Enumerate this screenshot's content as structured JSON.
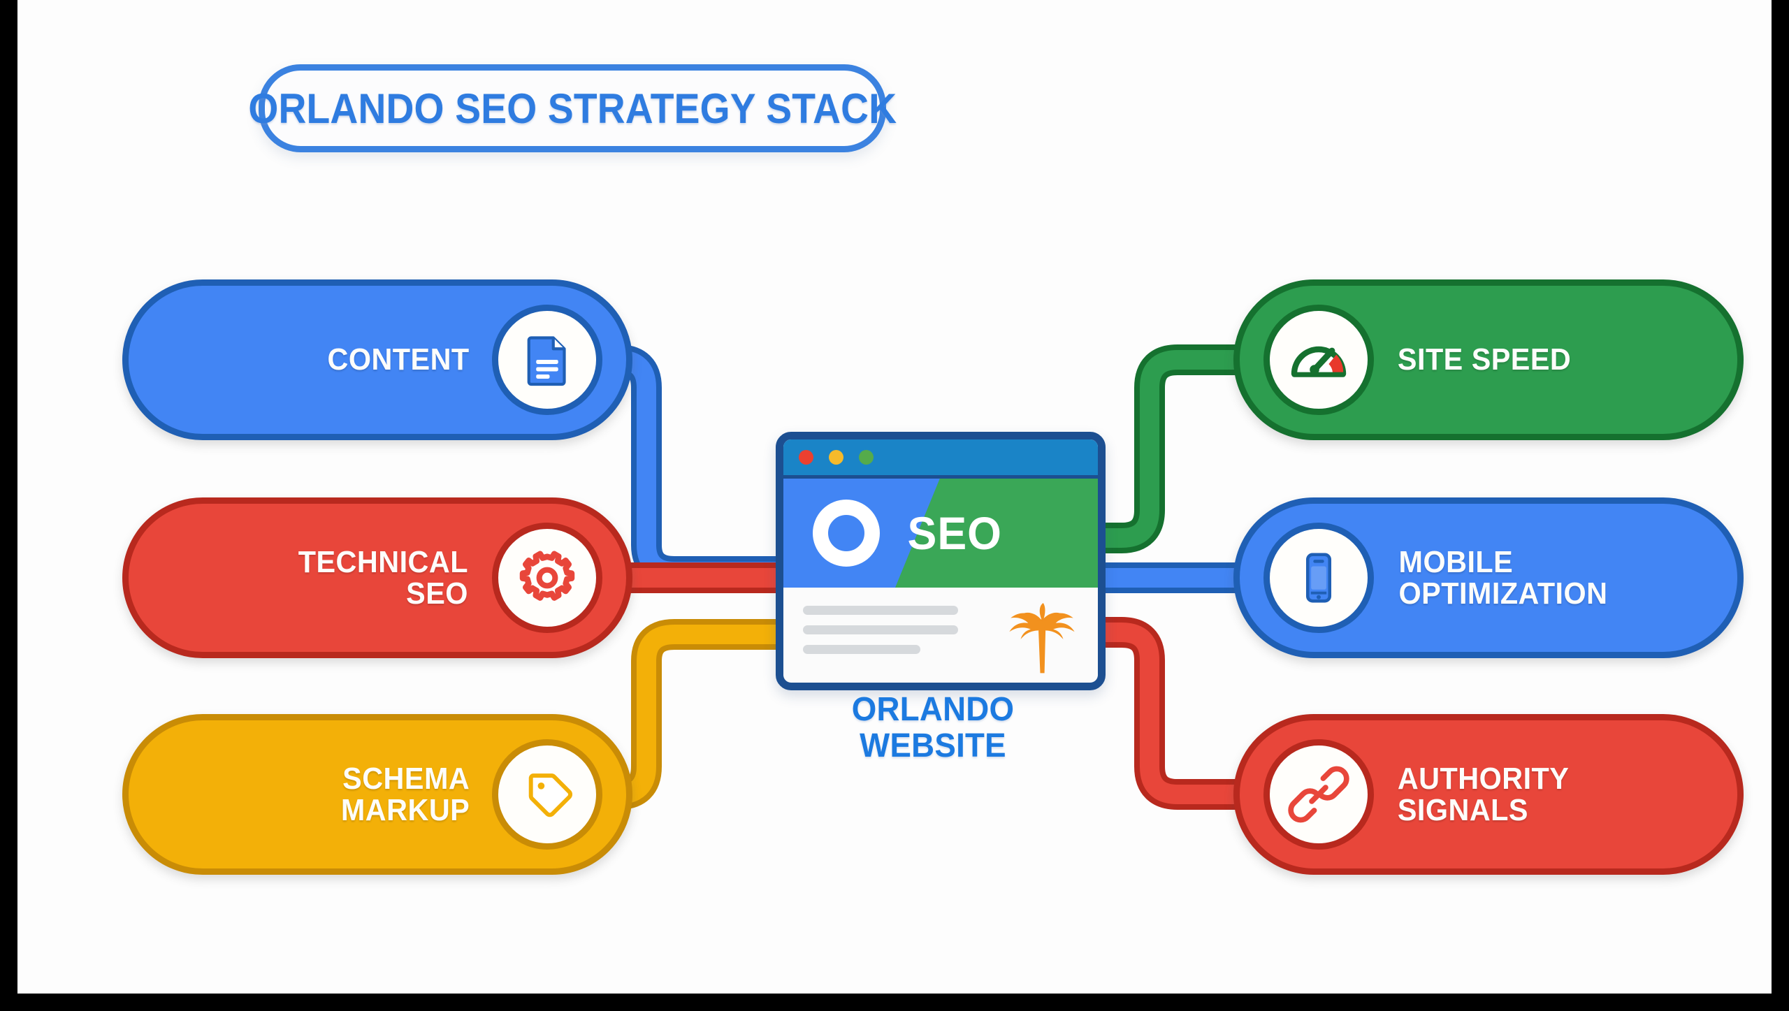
{
  "title": {
    "text": "ORLANDO SEO STRATEGY STACK",
    "border_color": "#3b82e0",
    "text_color": "#2f7ce0"
  },
  "center": {
    "hero_text": "SEO",
    "caption": "ORLANDO\nWEBSITE",
    "caption_color": "#1c7ae0",
    "titlebar_color": "#1a84c7",
    "frame_color": "#1c4f91",
    "dots": [
      "red-dot",
      "yellow-dot",
      "green-dot"
    ],
    "hero_icon": "orlando-o-ring-icon",
    "accent_icon": "palm-tree-icon"
  },
  "nodes": {
    "left": [
      {
        "id": "content",
        "label": "CONTENT",
        "icon": "document-icon",
        "fill": "#4285f4",
        "stroke": "#1f5fb4",
        "connector": "#4285f4"
      },
      {
        "id": "technical-seo",
        "label": "TECHNICAL\nSEO",
        "icon": "gear-icon",
        "fill": "#e8463a",
        "stroke": "#b8291e",
        "connector": "#e8463a"
      },
      {
        "id": "schema-markup",
        "label": "SCHEMA\nMARKUP",
        "icon": "tag-icon",
        "fill": "#f3b008",
        "stroke": "#c98c06",
        "connector": "#f3b008"
      }
    ],
    "right": [
      {
        "id": "site-speed",
        "label": "SITE SPEED",
        "icon": "speedometer-icon",
        "fill": "#2d9d4f",
        "stroke": "#15712f",
        "connector": "#2d9d4f"
      },
      {
        "id": "mobile-optimization",
        "label": "MOBILE\nOPTIMIZATION",
        "icon": "smartphone-icon",
        "fill": "#4285f4",
        "stroke": "#1f5fb4",
        "connector": "#4285f4"
      },
      {
        "id": "authority-signals",
        "label": "AUTHORITY\nSIGNALS",
        "icon": "link-chain-icon",
        "fill": "#e8463a",
        "stroke": "#b8291e",
        "connector": "#e8463a"
      }
    ]
  }
}
